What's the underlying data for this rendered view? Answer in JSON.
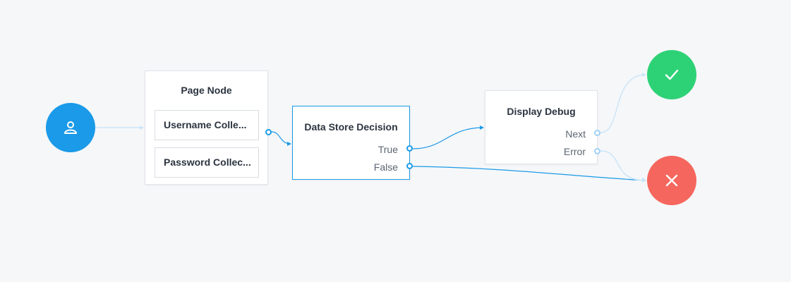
{
  "nodes": {
    "page_node": {
      "title": "Page Node",
      "children": [
        {
          "label": "Username Colle..."
        },
        {
          "label": "Password Collec..."
        }
      ]
    },
    "data_store_decision": {
      "title": "Data Store Decision",
      "outcomes": [
        "True",
        "False"
      ]
    },
    "display_debug": {
      "title": "Display Debug",
      "outcomes": [
        "Next",
        "Error"
      ]
    }
  },
  "colors": {
    "start": "#1a9ae8",
    "success": "#2ed276",
    "failure": "#f5675e",
    "connector_active": "#1a9ae8",
    "connector_inactive": "#cbe6f8",
    "canvas": "#f6f7f9"
  },
  "icons": {
    "start": "user-icon",
    "success": "checkmark-icon",
    "failure": "close-icon"
  }
}
